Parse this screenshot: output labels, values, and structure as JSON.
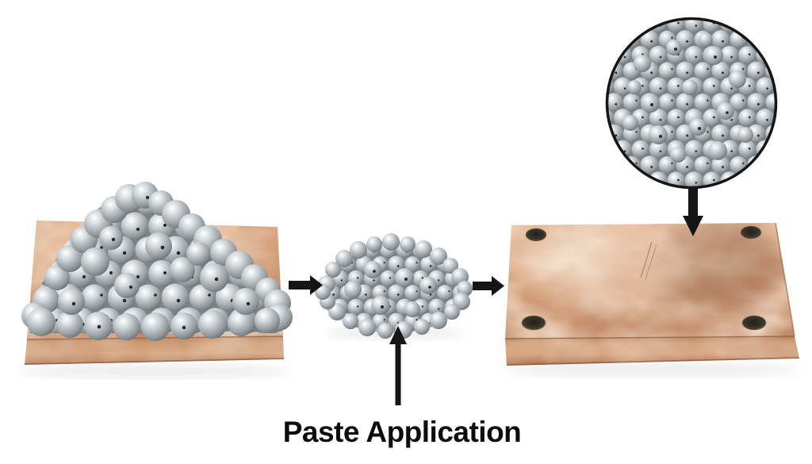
{
  "diagram": {
    "background": "#ffffff",
    "label": {
      "text": "Paste Application",
      "color": "#0d0d0d"
    },
    "arrow_color": "#151515",
    "inset_ring_color": "#151515",
    "palette": {
      "copper_light": "#e7b791",
      "copper_mid": "#d09a74",
      "copper_dark": "#a96e4a",
      "bead_highlight": "#f8fafb",
      "bead_mid": "#b7bdc2",
      "bead_shadow": "#585f65",
      "bead_hole": "#24282b",
      "drill_hole": "#23201a"
    },
    "icons": [
      {
        "name": "arrow-right-icon"
      },
      {
        "name": "arrow-right-icon"
      },
      {
        "name": "arrow-down-icon"
      },
      {
        "name": "arrow-up-icon"
      }
    ],
    "stages": [
      {
        "name": "bead-pile-on-copper-tray"
      },
      {
        "name": "solder-paste-pile"
      },
      {
        "name": "copper-plate"
      }
    ],
    "inset": {
      "name": "magnified-bead-view"
    }
  }
}
